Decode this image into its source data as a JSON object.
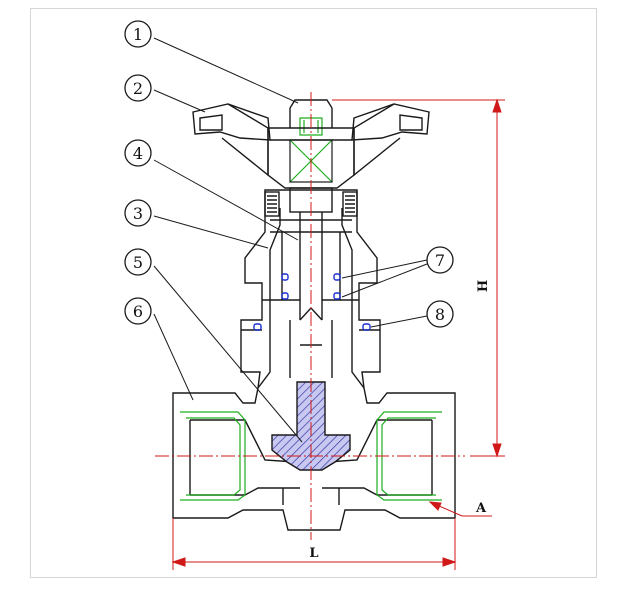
{
  "callouts": [
    {
      "id": "c1",
      "label": "1"
    },
    {
      "id": "c2",
      "label": "2"
    },
    {
      "id": "c3",
      "label": "3"
    },
    {
      "id": "c4",
      "label": "4"
    },
    {
      "id": "c5",
      "label": "5"
    },
    {
      "id": "c6",
      "label": "6"
    },
    {
      "id": "c7",
      "label": "7"
    },
    {
      "id": "c8",
      "label": "8"
    }
  ],
  "dimensions": {
    "height_label": "H",
    "length_label": "L",
    "thread_label": "A"
  },
  "colors": {
    "outline": "#1a1a1a",
    "centerline": "#d01818",
    "thread": "#1fae1f",
    "seal": "#1a2fd0",
    "hatch": "#3a3aa8",
    "hatch_fill": "#c8c8f0"
  }
}
